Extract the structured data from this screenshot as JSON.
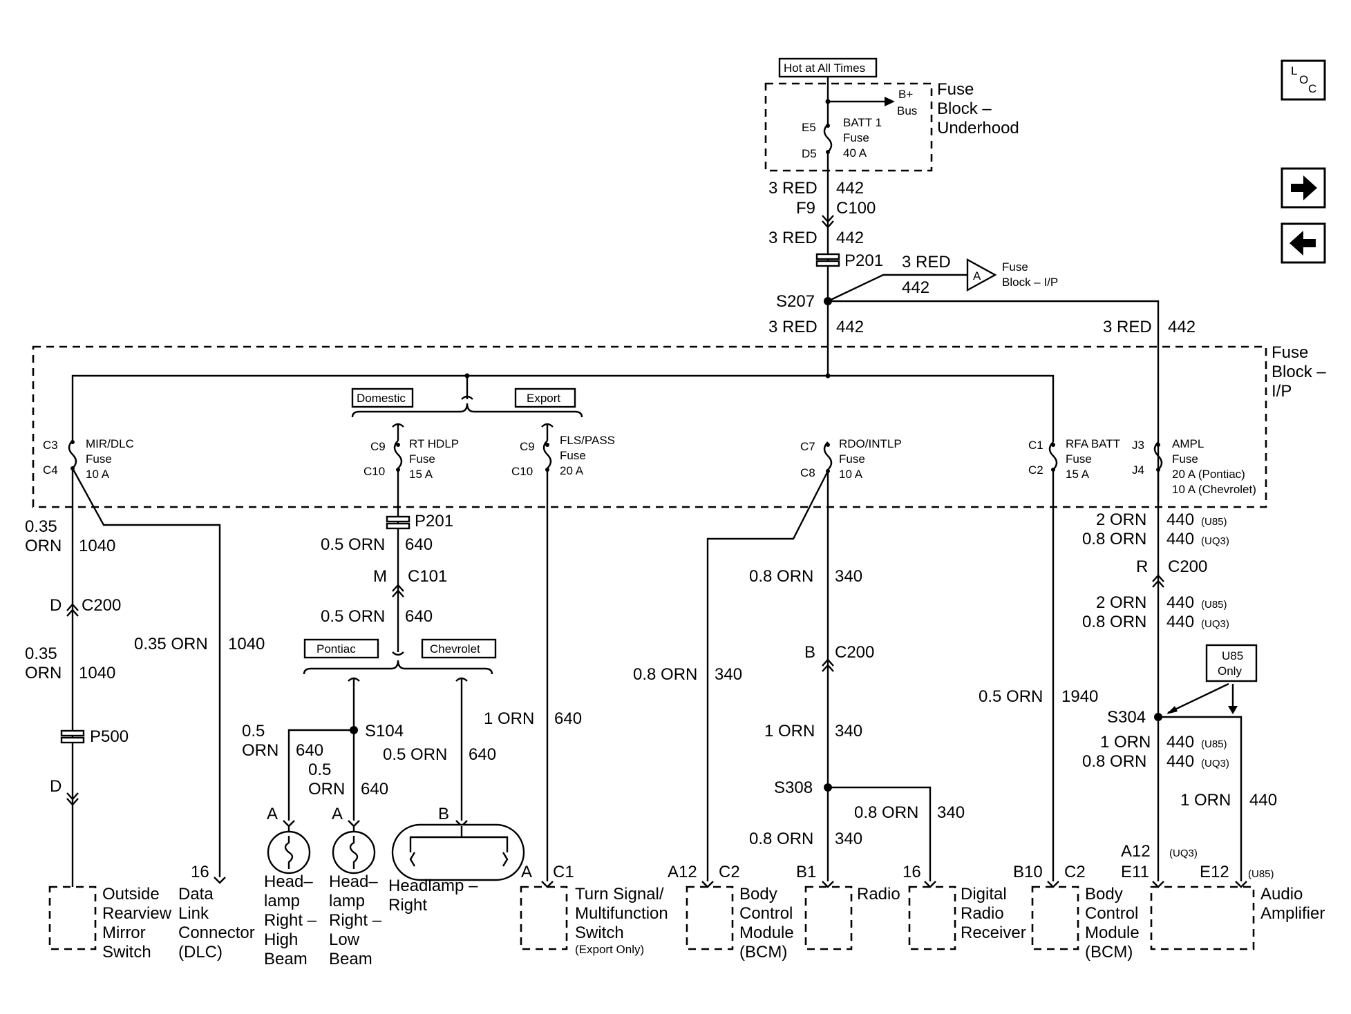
{
  "nav": {
    "loc_l": "L",
    "loc_o": "O",
    "loc_c": "C",
    "next_icon": "arrow-right-icon",
    "prev_icon": "arrow-left-icon"
  },
  "labels": {
    "hot_at_all_times": "Hot at All Times",
    "b_plus": "B+",
    "bus": "Bus",
    "e5": "E5",
    "d5": "D5",
    "batt1_fuse": [
      "BATT 1",
      "Fuse",
      "40 A"
    ],
    "fuse_block_underhood": [
      "Fuse",
      "Block –",
      "Underhood"
    ],
    "fuse_block_ip": [
      "Fuse",
      "Block –",
      "I/P"
    ],
    "three_red": "3 RED",
    "n442": "442",
    "f9": "F9",
    "c100": "C100",
    "p201": "P201",
    "conn_a": "A",
    "fuse_block_ip_small": [
      "Fuse",
      "Block – I/P"
    ],
    "s207": "S207",
    "domestic": "Domestic",
    "export": "Export",
    "c3": "C3",
    "c4": "C4",
    "mir_dlc": [
      "MIR/DLC",
      "Fuse",
      "10 A"
    ],
    "c9": "C9",
    "c10": "C10",
    "rt_hdlp": [
      "RT HDLP",
      "Fuse",
      "15 A"
    ],
    "fls_pass": [
      "FLS/PASS",
      "Fuse",
      "20 A"
    ],
    "c7": "C7",
    "c8": "C8",
    "rdo_intlp": [
      "RDO/INTLP",
      "Fuse",
      "10 A"
    ],
    "c1": "C1",
    "c2": "C2",
    "rfa_batt": [
      "RFA BATT",
      "Fuse",
      "15 A"
    ],
    "j3": "J3",
    "j4": "J4",
    "ampl": [
      "AMPL",
      "Fuse",
      "20 A (Pontiac)",
      "10 A (Chevrolet)"
    ],
    "w035": "0.35",
    "orn": "ORN",
    "n1040": "1040",
    "d": "D",
    "c200": "C200",
    "w035_orn": "0.35 ORN",
    "p500": "P500",
    "n16": "16",
    "w05_orn": "0.5 ORN",
    "n640": "640",
    "m": "M",
    "c101": "C101",
    "pontiac": "Pontiac",
    "chevrolet": "Chevrolet",
    "w05": "0.5",
    "s104": "S104",
    "b": "B",
    "w1_orn": "1 ORN",
    "w08_orn": "0.8 ORN",
    "n340": "340",
    "s308": "S308",
    "a12": "A12",
    "b1": "B1",
    "b10": "B10",
    "e11": "E11",
    "e12": "E12",
    "w2_orn": "2 ORN",
    "n440": "440",
    "u85": "(U85)",
    "uq3": "(UQ3)",
    "r": "R",
    "u85_only": [
      "U85",
      "Only"
    ],
    "s304": "S304",
    "n1940": "1940",
    "components": {
      "mirror": [
        "Outside",
        "Rearview",
        "Mirror",
        "Switch"
      ],
      "dlc": [
        "Data",
        "Link",
        "Connector",
        "(DLC)"
      ],
      "hl_high": [
        "Head–",
        "lamp",
        "Right –",
        "High",
        "Beam"
      ],
      "hl_low": [
        "Head–",
        "lamp",
        "Right –",
        "Low",
        "Beam"
      ],
      "headlamp_right": [
        "Headlamp –",
        "Right"
      ],
      "turn_signal": [
        "Turn Signal/",
        "Multifunction",
        "Switch",
        "(Export Only)"
      ],
      "bcm": [
        "Body",
        "Control",
        "Module",
        "(BCM)"
      ],
      "radio": "Radio",
      "digital_radio": [
        "Digital",
        "Radio",
        "Receiver"
      ],
      "audio_amp": [
        "Audio",
        "Amplifier"
      ]
    }
  }
}
